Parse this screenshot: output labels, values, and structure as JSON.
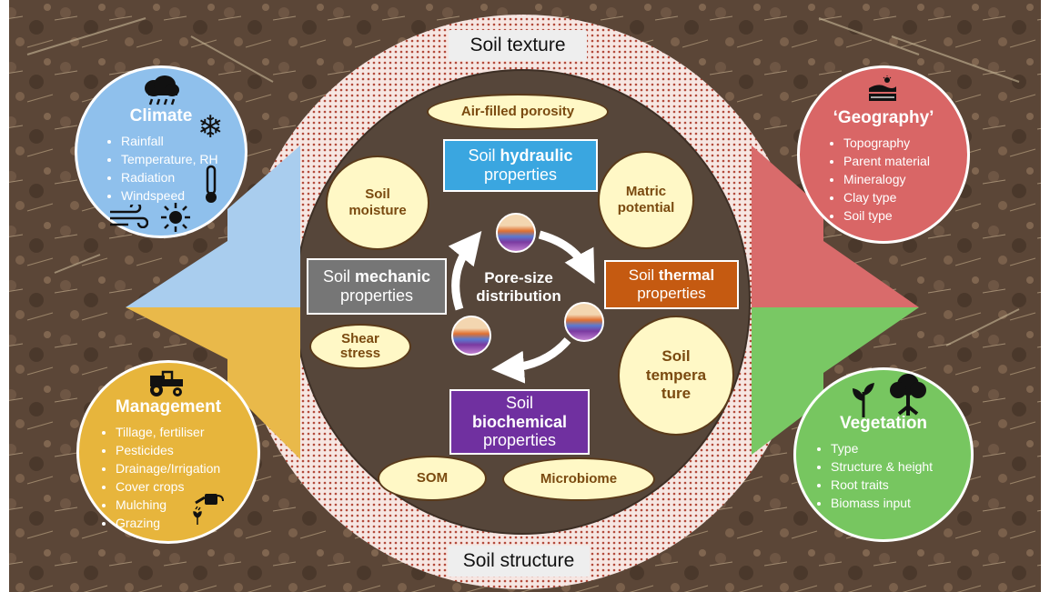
{
  "ring": {
    "texture_label": "Soil texture",
    "structure_label": "Soil structure"
  },
  "center": {
    "pore_title": "Pore-size\ndistribution"
  },
  "properties": {
    "hydraulic": {
      "prefix": "Soil ",
      "bold": "hydraulic",
      "suffix": "properties",
      "color": "#3aa6e0"
    },
    "mechanic": {
      "prefix": "Soil ",
      "bold": "mechanic",
      "suffix": "properties",
      "color": "#767676"
    },
    "thermal": {
      "prefix": "Soil ",
      "bold": "thermal",
      "suffix": "properties",
      "color": "#c55a11"
    },
    "biochemical": {
      "prefix": "Soil",
      "bold": "biochemical",
      "suffix": "properties",
      "color": "#7030a0"
    }
  },
  "ovals": {
    "air_filled_porosity": "Air-filled porosity",
    "soil_moisture": "Soil\nmoisture",
    "matric_potential": "Matric\npotential",
    "shear_stress": "Shear\nstress",
    "soil_temperature": "Soil\ntempera\nture",
    "som": "SOM",
    "microbiome": "Microbiome"
  },
  "factors": {
    "climate": {
      "title": "Climate",
      "color": "#8fc0ec",
      "items": [
        "Rainfall",
        "Temperature, RH",
        "Radiation",
        "Windspeed"
      ],
      "icons": [
        "rain-cloud-icon",
        "snowflake-icon",
        "thermometer-icon",
        "wind-icon",
        "sun-icon"
      ]
    },
    "geography": {
      "title": "‘Geography’",
      "color": "#d96666",
      "items": [
        "Topography",
        "Parent material",
        "Mineralogy",
        "Clay type",
        "Soil type"
      ],
      "icons": [
        "landscape-icon"
      ]
    },
    "management": {
      "title": "Management",
      "color": "#e7b53c",
      "items": [
        "Tillage, fertiliser",
        "Pesticides",
        "Drainage/Irrigation",
        "Cover crops",
        "Mulching",
        "Grazing"
      ],
      "icons": [
        "tractor-icon",
        "watering-can-icon"
      ]
    },
    "vegetation": {
      "title": "Vegetation",
      "color": "#77c660",
      "items": [
        "Type",
        "Structure & height",
        "Root traits",
        "Biomass input"
      ],
      "icons": [
        "seedling-icon",
        "tree-icon"
      ]
    }
  }
}
